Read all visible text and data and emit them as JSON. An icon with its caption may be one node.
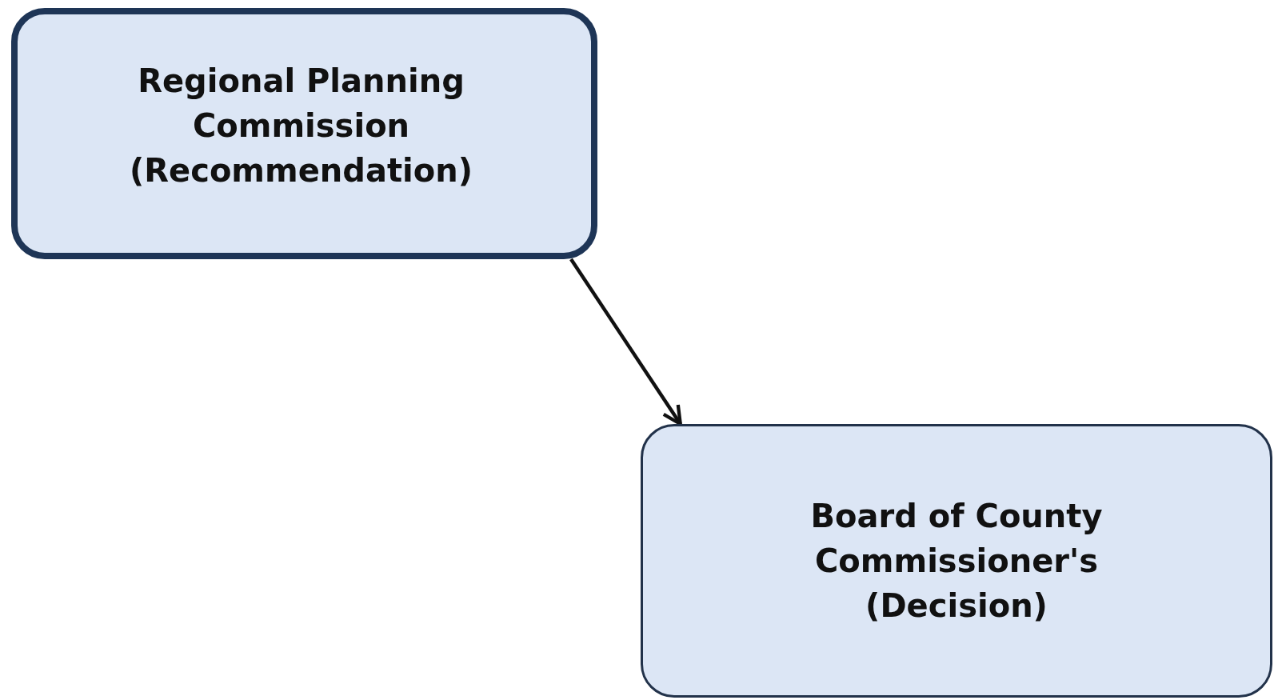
{
  "diagram": {
    "nodes": [
      {
        "text": [
          "Regional Planning Commission (Recommendation)"
        ]
      },
      {
        "text": [
          "Board of County Commissioner's (Decision)"
        ]
      }
    ],
    "edges": [
      {
        "from": 0,
        "to": 1,
        "arrow": "to"
      }
    ]
  }
}
